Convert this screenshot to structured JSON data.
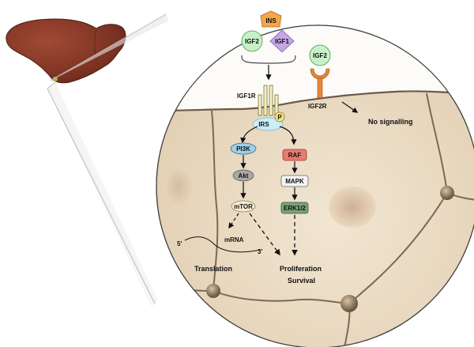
{
  "ligands": {
    "ins": "INS",
    "igf2_top": "IGF2",
    "igf1": "IGF1",
    "igf2_right": "IGF2"
  },
  "receptors": {
    "igf1r": "IGF1R",
    "igf2r": "IGF2R"
  },
  "adaptor": {
    "irs": "IRS",
    "phospho": "P"
  },
  "pathway_left": {
    "pi3k": "PI3K",
    "akt": "Akt",
    "mtor": "mTOR"
  },
  "pathway_right": {
    "raf": "RAF",
    "mapk": "MAPK",
    "erk": "ERK1/2"
  },
  "mrna": {
    "five_prime": "5'",
    "label": "mRNA",
    "three_prime": "3'"
  },
  "outcomes": {
    "no_signalling": "No signalling",
    "translation": "Translation",
    "proliferation": "Proliferation",
    "survival": "Survival"
  },
  "colors": {
    "liver": "#8a3a28",
    "cell_bg": "#efe2cc",
    "ins": "#f5a54a",
    "igf2": "#c8f0c8",
    "igf1": "#c6a6e6",
    "pi3k": "#9fd0e8",
    "akt": "#a8a8a8",
    "raf": "#e87a6e",
    "erk": "#7aa07a",
    "igf2r": "#e8863a"
  }
}
